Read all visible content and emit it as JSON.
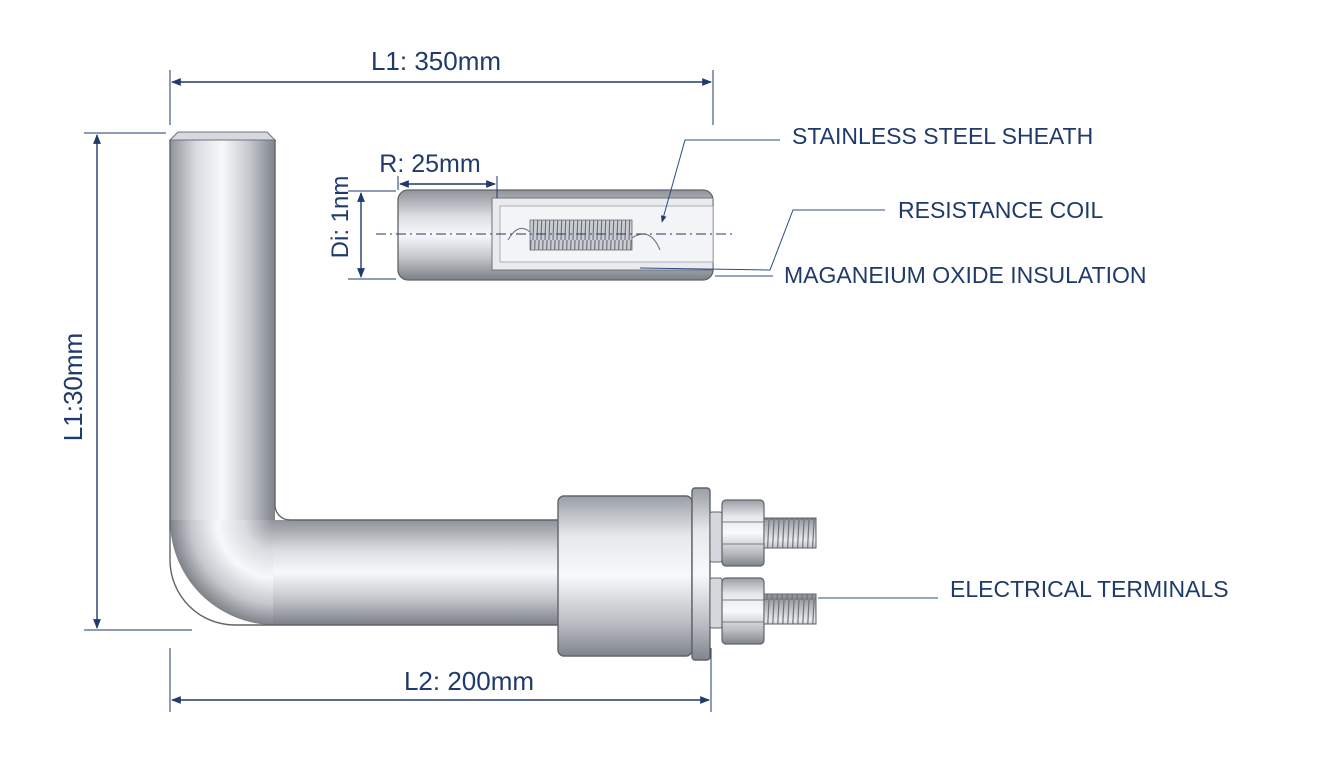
{
  "dimensions": {
    "top_length": "L1: 350mm",
    "vertical_length": "L1:30mm",
    "bottom_length": "L2: 200mm",
    "bend_radius": "R: 25mm",
    "diameter": "Di: 1nm"
  },
  "callouts": {
    "sheath": "STAINLESS STEEL SHEATH",
    "coil": "RESISTANCE COIL",
    "insulation": "MAGANEIUM OXIDE INSULATION",
    "terminals": "ELECTRICAL TERMINALS"
  },
  "colors": {
    "annotation": "#1f3a6b",
    "metal_light": "#f2f3f5",
    "metal_dark": "#8a8e94"
  }
}
